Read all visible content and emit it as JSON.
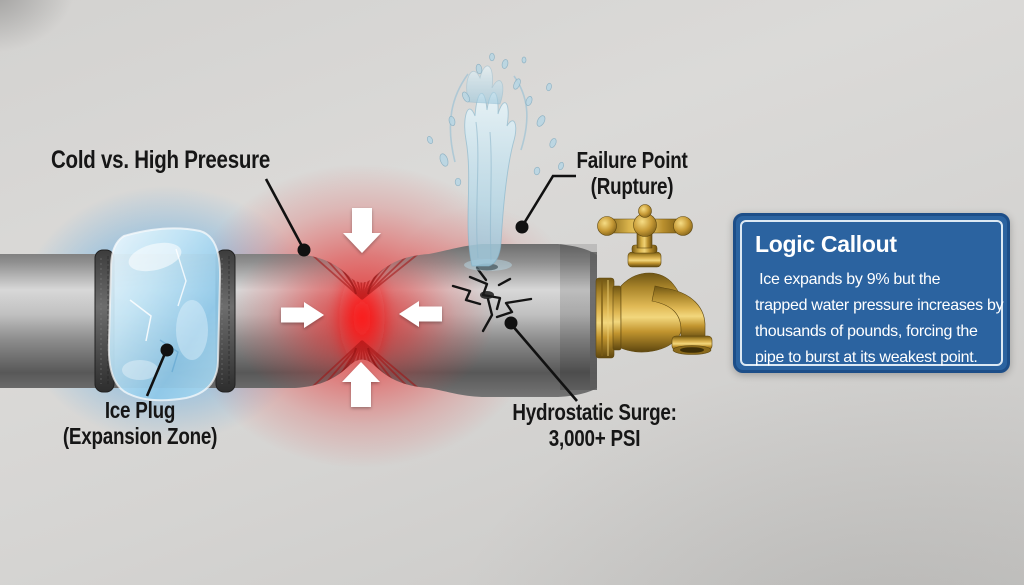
{
  "labels": {
    "cold_pressure": "Cold vs. High Preesure",
    "failure_point": {
      "line1": "Failure Point",
      "line2": "(Rupture)"
    },
    "ice_plug": {
      "line1": "Ice Plug",
      "line2": "(Expansion Zone)"
    },
    "hydrostatic": {
      "line1": "Hydrostatic Surge:",
      "line2": "3,000+ PSI"
    }
  },
  "callout": {
    "title": "Logic Callout",
    "body_lines": [
      " Ice expands by 9% but the",
      "trapped water pressure increases by",
      "thousands of pounds, forcing the",
      "pipe to burst at its weakest point."
    ]
  },
  "icons": [
    "metal-pipe-icon",
    "ice-cube-plug-icon",
    "gasket-ring-icon",
    "inward-pressure-arrows-icon",
    "water-splash-icon",
    "pipe-cracks-icon",
    "brass-faucet-icon",
    "leader-line-dot-icon"
  ],
  "colors": {
    "background_gray": "#D5D4D2",
    "label_text": "#161616",
    "callout_bg": "#2B63A0",
    "callout_border": "#1D4E88",
    "callout_text": "#FFFFFF",
    "glow_blue": "#3F9FE0",
    "glow_red": "#E32222",
    "arrow_white": "#FFFFFF",
    "pipe_gray": "#9A9A9A",
    "ice_blue": "#BFE3F5",
    "brass": "#C79A36"
  }
}
